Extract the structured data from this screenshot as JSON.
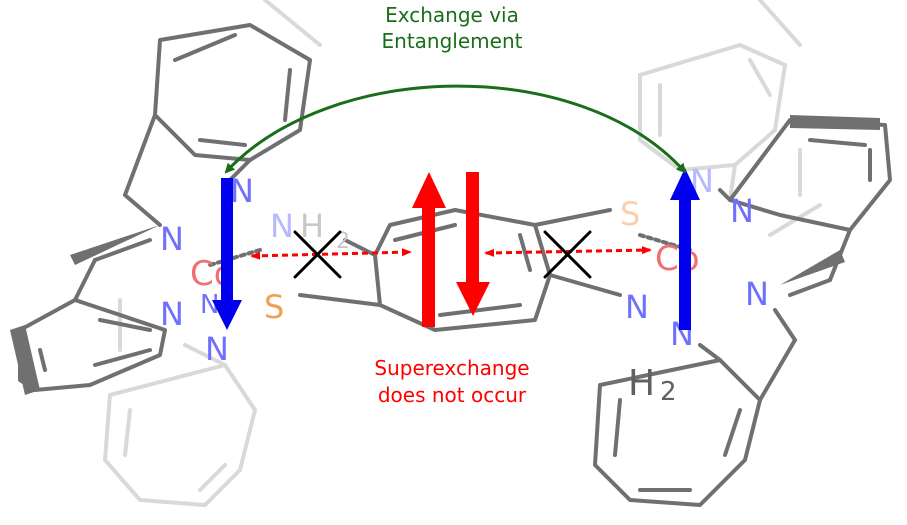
{
  "annotations": {
    "exchange_line1": "Exchange via",
    "exchange_line2": "Entanglement",
    "superexchange_line1": "Superexchange",
    "superexchange_line2": "does not occur"
  },
  "atoms": {
    "left_n_top": "N",
    "left_nh": "N",
    "left_h2": "H",
    "left_sub2": "2",
    "left_n_mid": "N",
    "left_co": "Co",
    "left_n_low1": "N",
    "left_n_low2": "N",
    "left_n_bottom": "N",
    "left_s": "S",
    "right_s": "S",
    "right_n_top": "N",
    "right_n_mid": "N",
    "right_co": "Co",
    "right_n_lower": "N",
    "right_n_amine": "N",
    "right_n_bottom": "N",
    "right_h2": "H",
    "right_sub2": "2"
  },
  "colors": {
    "exchange": "#1a6e1a",
    "superexchange": "#ff0000",
    "spin_blue": "#0000ee",
    "spin_red": "#ff0000",
    "nitrogen": "#7070ff",
    "cobalt": "#f07070",
    "sulfur": "#f0a050",
    "bond_dark": "#707070",
    "bond_light": "#d9d9d9"
  }
}
